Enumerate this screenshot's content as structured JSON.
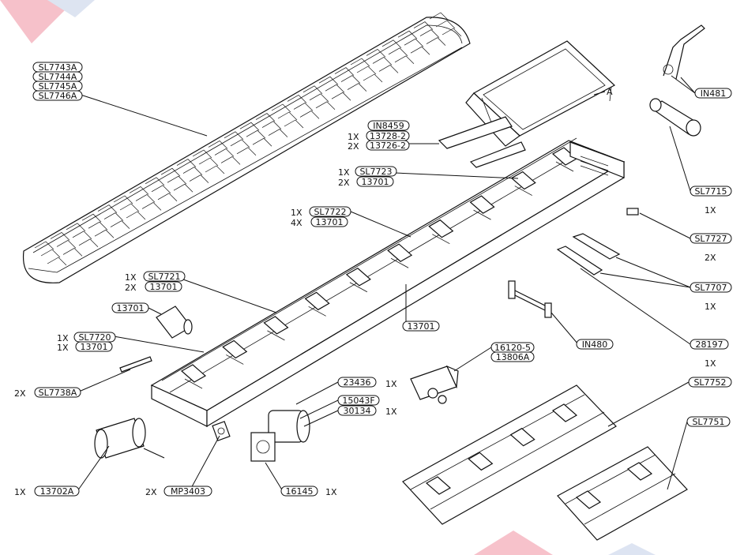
{
  "callouts": {
    "belt": [
      "SL7743A",
      "SL7744A",
      "SL7745A",
      "SL7746A"
    ],
    "hopper_suffix": "A",
    "in8459": {
      "label": "IN8459"
    },
    "c13728": {
      "qty": "1X",
      "label": "13728-2"
    },
    "c13726": {
      "qty": "2X",
      "label": "13726-2"
    },
    "sl7723": {
      "qty": "1X",
      "label": "SL7723"
    },
    "c13701_a": {
      "qty": "2X",
      "label": "13701"
    },
    "sl7722": {
      "qty": "1X",
      "label": "SL7722"
    },
    "c13701_b": {
      "qty": "4X",
      "label": "13701"
    },
    "sl7721": {
      "qty": "1X",
      "label": "SL7721"
    },
    "c13701_c": {
      "qty": "2X",
      "label": "13701"
    },
    "c13701_d": {
      "label": "13701"
    },
    "c13701_e": {
      "label": "13701"
    },
    "sl7720": {
      "qty": "1X",
      "label": "SL7720"
    },
    "c13701_f": {
      "qty": "1X",
      "label": "13701"
    },
    "sl7738a": {
      "qty": "2X",
      "label": "SL7738A"
    },
    "c23436": {
      "label": "23436"
    },
    "c15043f": {
      "label": "15043F"
    },
    "c30134": {
      "label": "30134",
      "qty": "1X"
    },
    "c16120": {
      "qty": "1X",
      "label": "16120-5"
    },
    "c13806a": {
      "label": "13806A"
    },
    "in480": {
      "label": "IN480"
    },
    "in481": {
      "label": "IN481"
    },
    "sl7715": {
      "label": "SL7715",
      "qty": "1X"
    },
    "sl7727": {
      "label": "SL7727",
      "qty": "2X"
    },
    "sl7707": {
      "label": "SL7707",
      "qty": "1X"
    },
    "c28197": {
      "label": "28197",
      "qty": "1X"
    },
    "sl7752": {
      "label": "SL7752"
    },
    "sl7751": {
      "label": "SL7751"
    },
    "c13702a": {
      "qty": "1X",
      "label": "13702A"
    },
    "mp3403": {
      "qty": "2X",
      "label": "MP3403"
    },
    "c16145": {
      "label": "16145",
      "qty": "1X"
    }
  },
  "colors": {
    "line": "#111111",
    "accent_red": "#e8506a",
    "accent_blue": "#9fb3d9"
  }
}
